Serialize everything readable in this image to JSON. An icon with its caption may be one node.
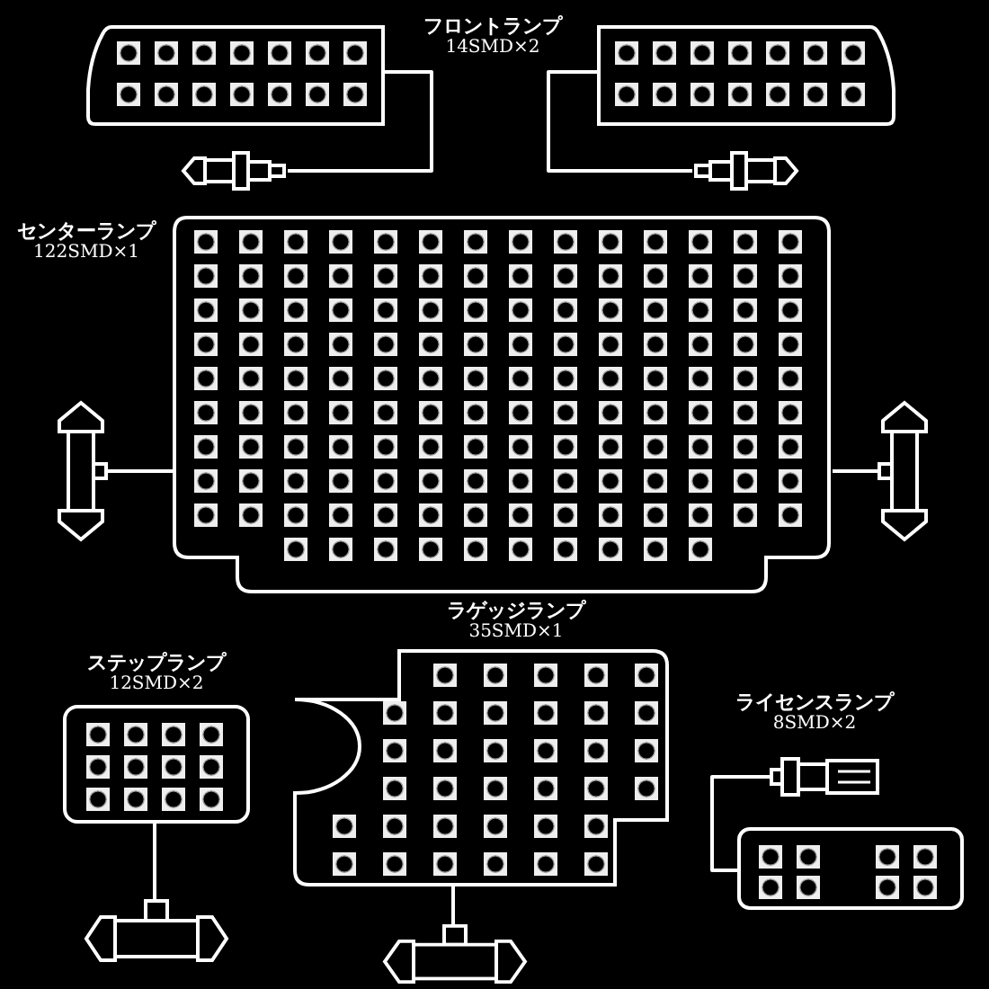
{
  "diagram": {
    "nodes": [
      {
        "text": [],
        "shape": "picture"
      },
      {
        "text": [],
        "shape": "picture"
      },
      {
        "text": [],
        "shape": "picture"
      },
      {
        "text": [],
        "shape": "picture"
      },
      {
        "text": [
          "センターランプ",
          "122SMD×1"
        ]
      },
      {
        "text": [],
        "shape": "picture"
      },
      {
        "text": [],
        "shape": "picture"
      },
      {
        "text": [
          "ステップランプ",
          "12SMD×2"
        ]
      },
      {
        "text": [],
        "shape": "picture"
      },
      {
        "text": [
          "ラゲッジランプ",
          "35SMD×1"
        ]
      },
      {
        "text": [],
        "shape": "picture"
      },
      {
        "text": [],
        "shape": "picture"
      },
      {
        "text": [],
        "shape": "picture"
      }
    ],
    "edges": [
      {
        "from": 0,
        "to": 1,
        "arrow": "none"
      },
      {
        "from": 2,
        "to": 3,
        "arrow": "none"
      },
      {
        "from": 4,
        "to": 5,
        "arrow": "none"
      },
      {
        "from": 4,
        "to": 6,
        "arrow": "none"
      },
      {
        "from": 7,
        "to": 8,
        "arrow": "none"
      },
      {
        "from": 9,
        "to": 10,
        "arrow": "none"
      },
      {
        "from": 11,
        "to": 12,
        "arrow": "none"
      }
    ],
    "labels": [
      "フロントランプ",
      "14SMD×2",
      "ライセンスランプ",
      "8SMD×2"
    ]
  }
}
